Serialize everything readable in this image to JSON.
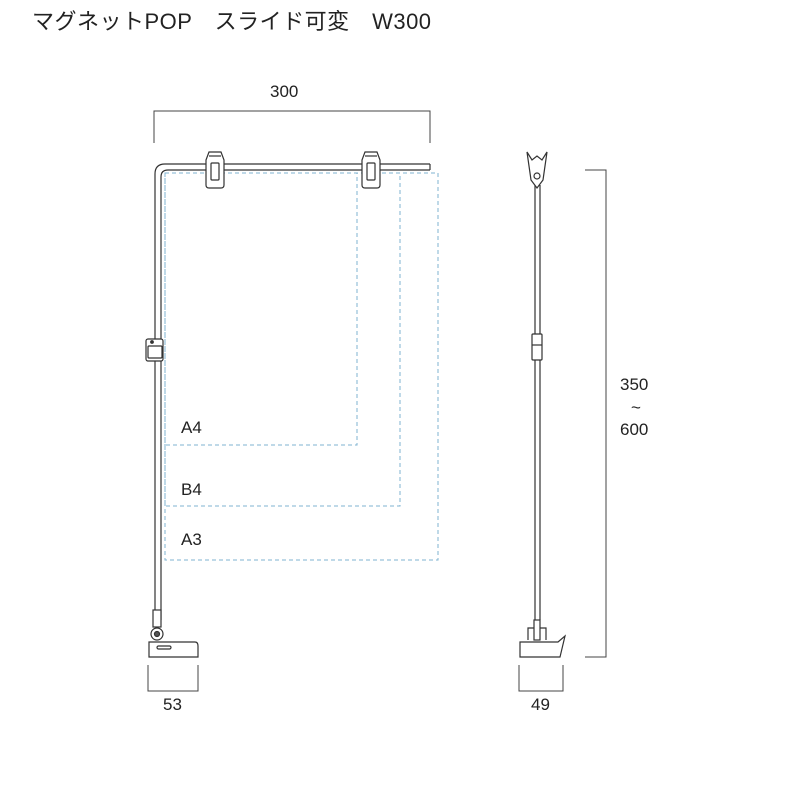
{
  "title": "マグネットPOP　スライド可変　W300",
  "dimensions": {
    "width": "300",
    "height_min": "350",
    "height_sep": "~",
    "height_max": "600",
    "base_front": "53",
    "base_side": "49"
  },
  "paper_sizes": [
    "A4",
    "B4",
    "A3"
  ],
  "colors": {
    "line": "#333333",
    "dashed": "#7fb3d0"
  }
}
